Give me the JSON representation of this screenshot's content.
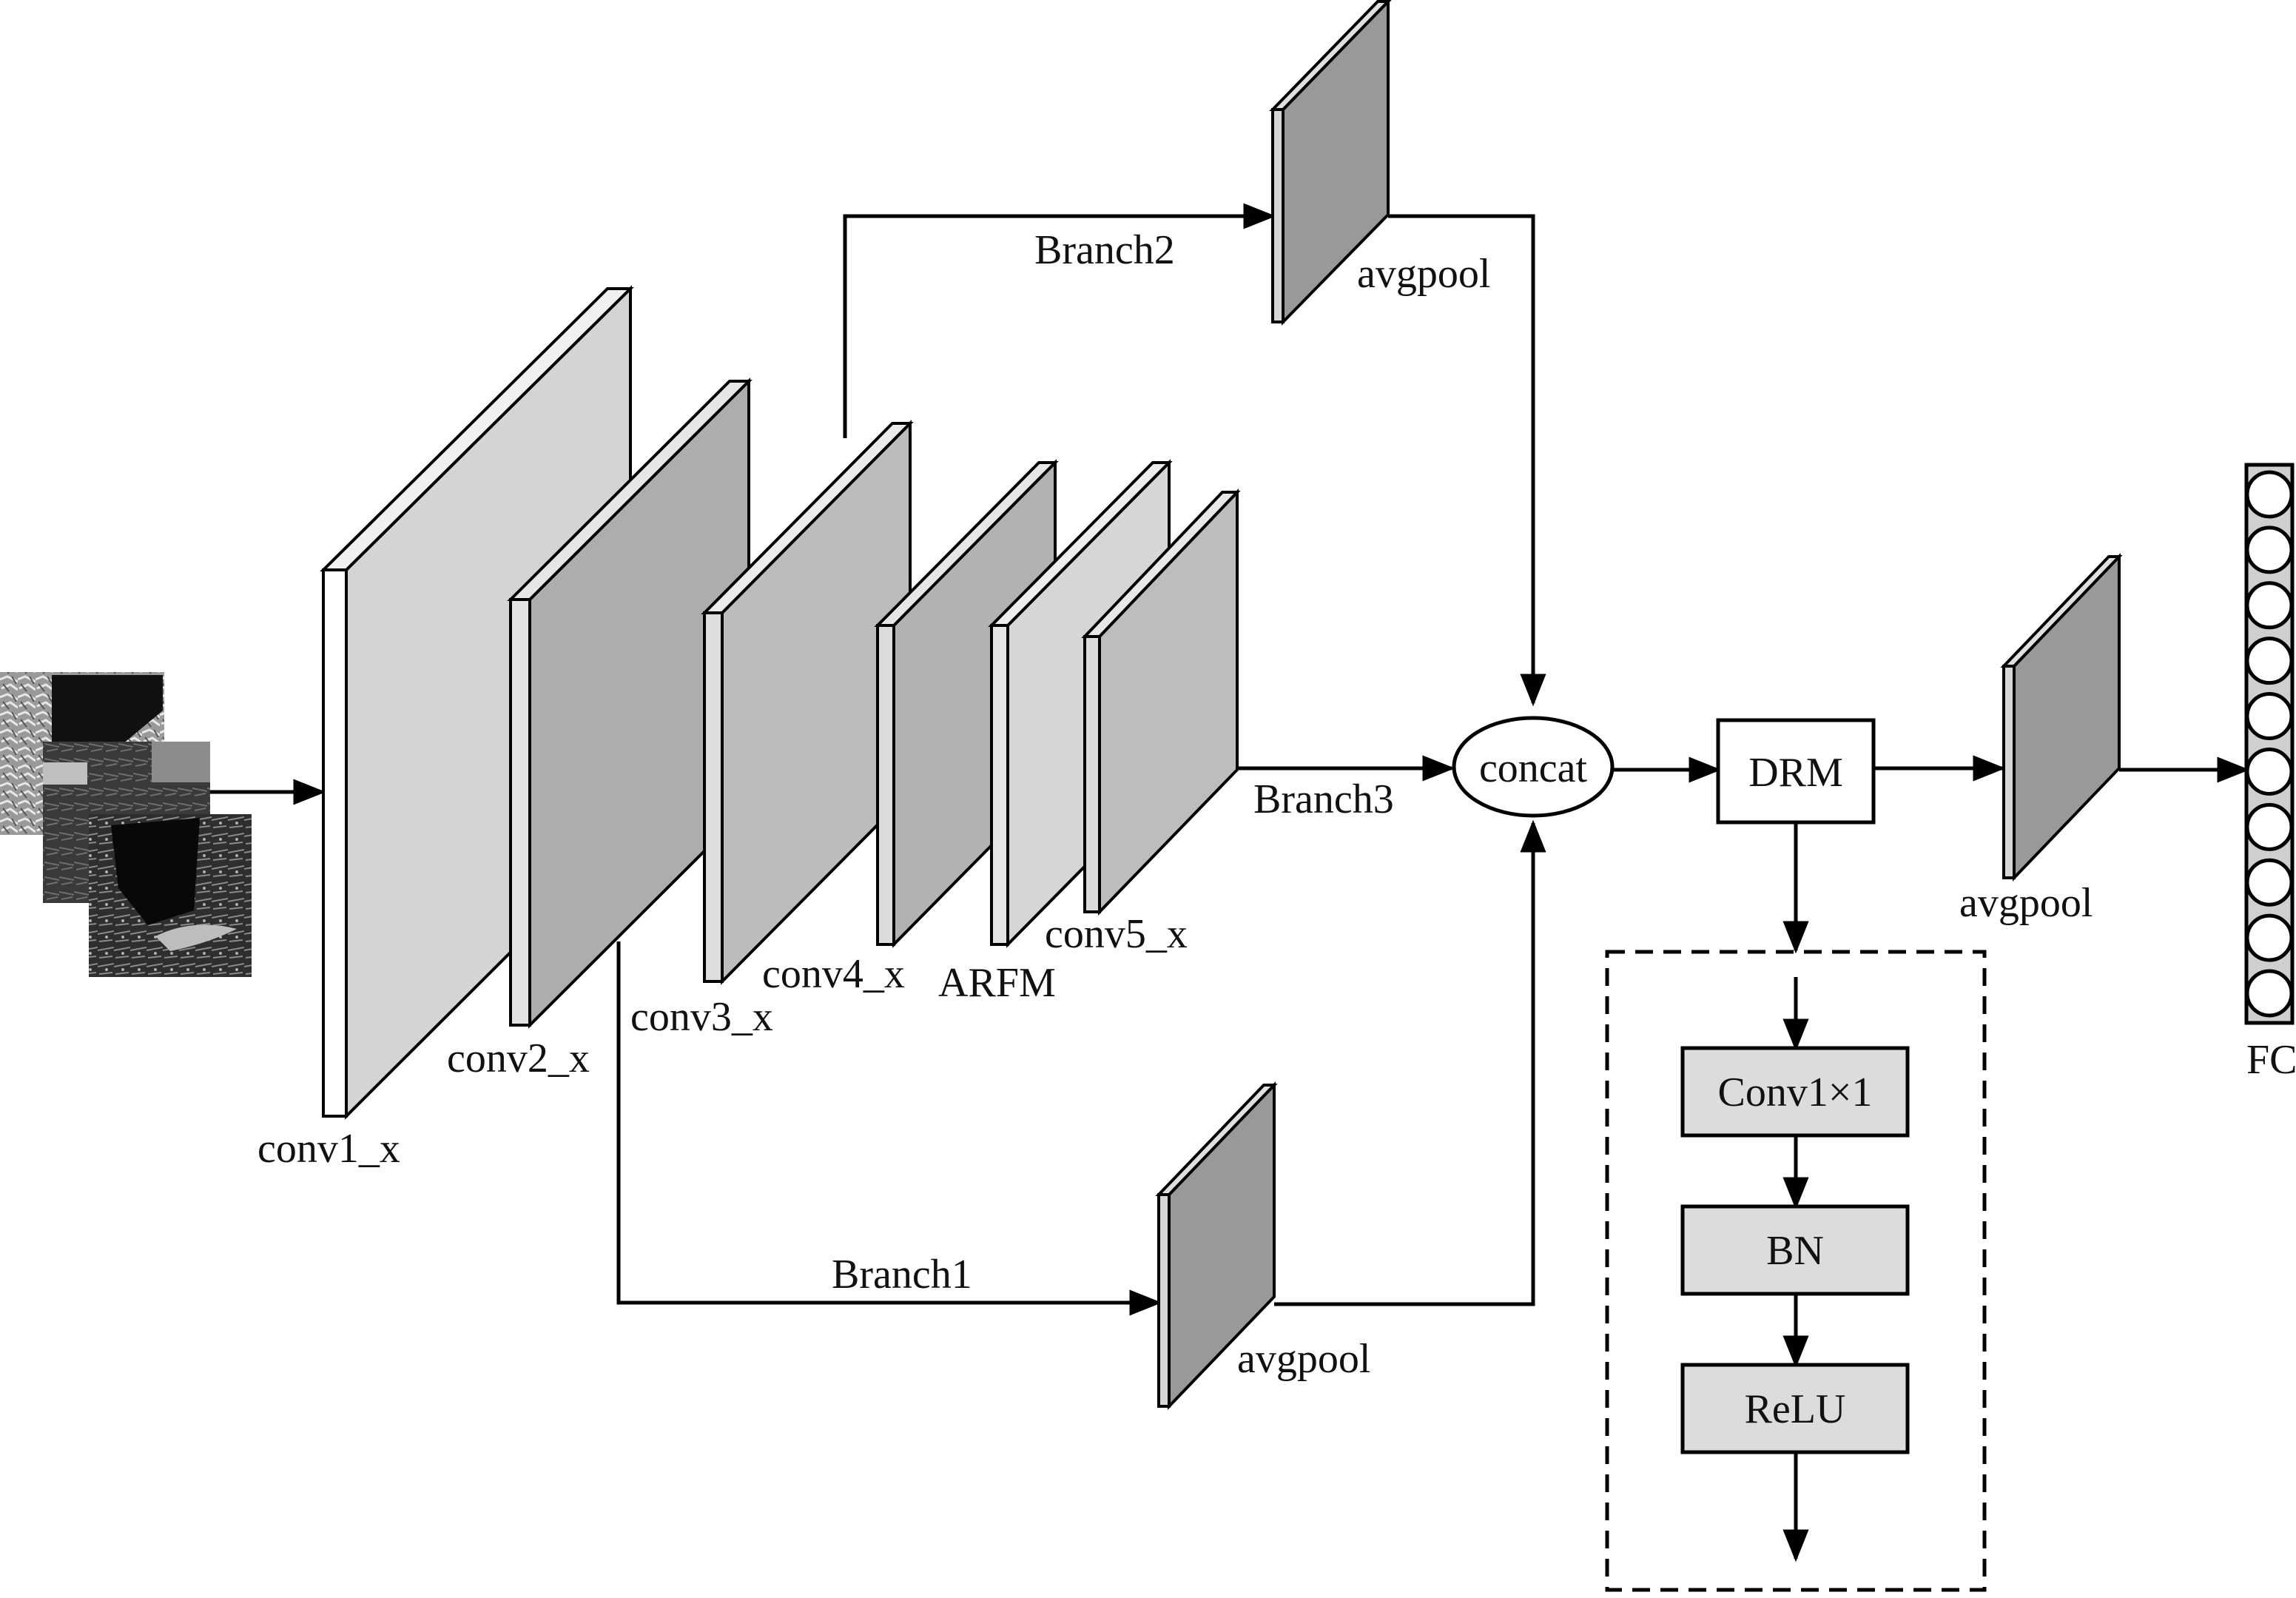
{
  "diagram": {
    "layers": {
      "conv1": "conv1_x",
      "conv2": "conv2_x",
      "conv3": "conv3_x",
      "conv4": "conv4_x",
      "arfm": "ARFM",
      "conv5": "conv5_x"
    },
    "branches": {
      "branch1": "Branch1",
      "branch2": "Branch2",
      "branch3": "Branch3"
    },
    "pools": {
      "pool_branch2": "avgpool",
      "pool_branch1": "avgpool",
      "pool_final": "avgpool"
    },
    "nodes": {
      "concat": "concat",
      "drm": "DRM",
      "fc": "FC"
    },
    "drm_detail": {
      "conv": "Conv1×1",
      "bn": "BN",
      "relu": "ReLU"
    },
    "fc_neurons": 10,
    "colors": {
      "conv_light": "#d4d4d4",
      "conv_mid": "#b4b4b4",
      "pool_dark": "#999999",
      "block_fill": "#dcdcdc",
      "line": "#000000"
    }
  }
}
